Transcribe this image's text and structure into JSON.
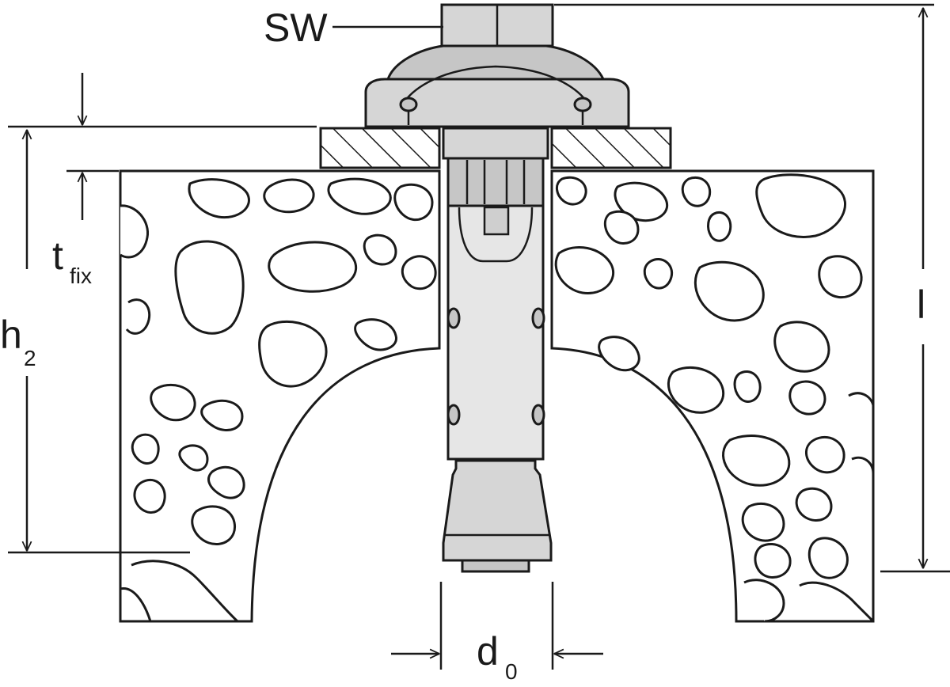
{
  "diagram": {
    "labels": {
      "wrench_size": "SW",
      "total_length": "l",
      "fixture_thickness_main": "t",
      "fixture_thickness_sub": "fix",
      "anchorage_depth_main": "h",
      "anchorage_depth_sub": "2",
      "drill_diameter_main": "d",
      "drill_diameter_sub": "0"
    }
  }
}
